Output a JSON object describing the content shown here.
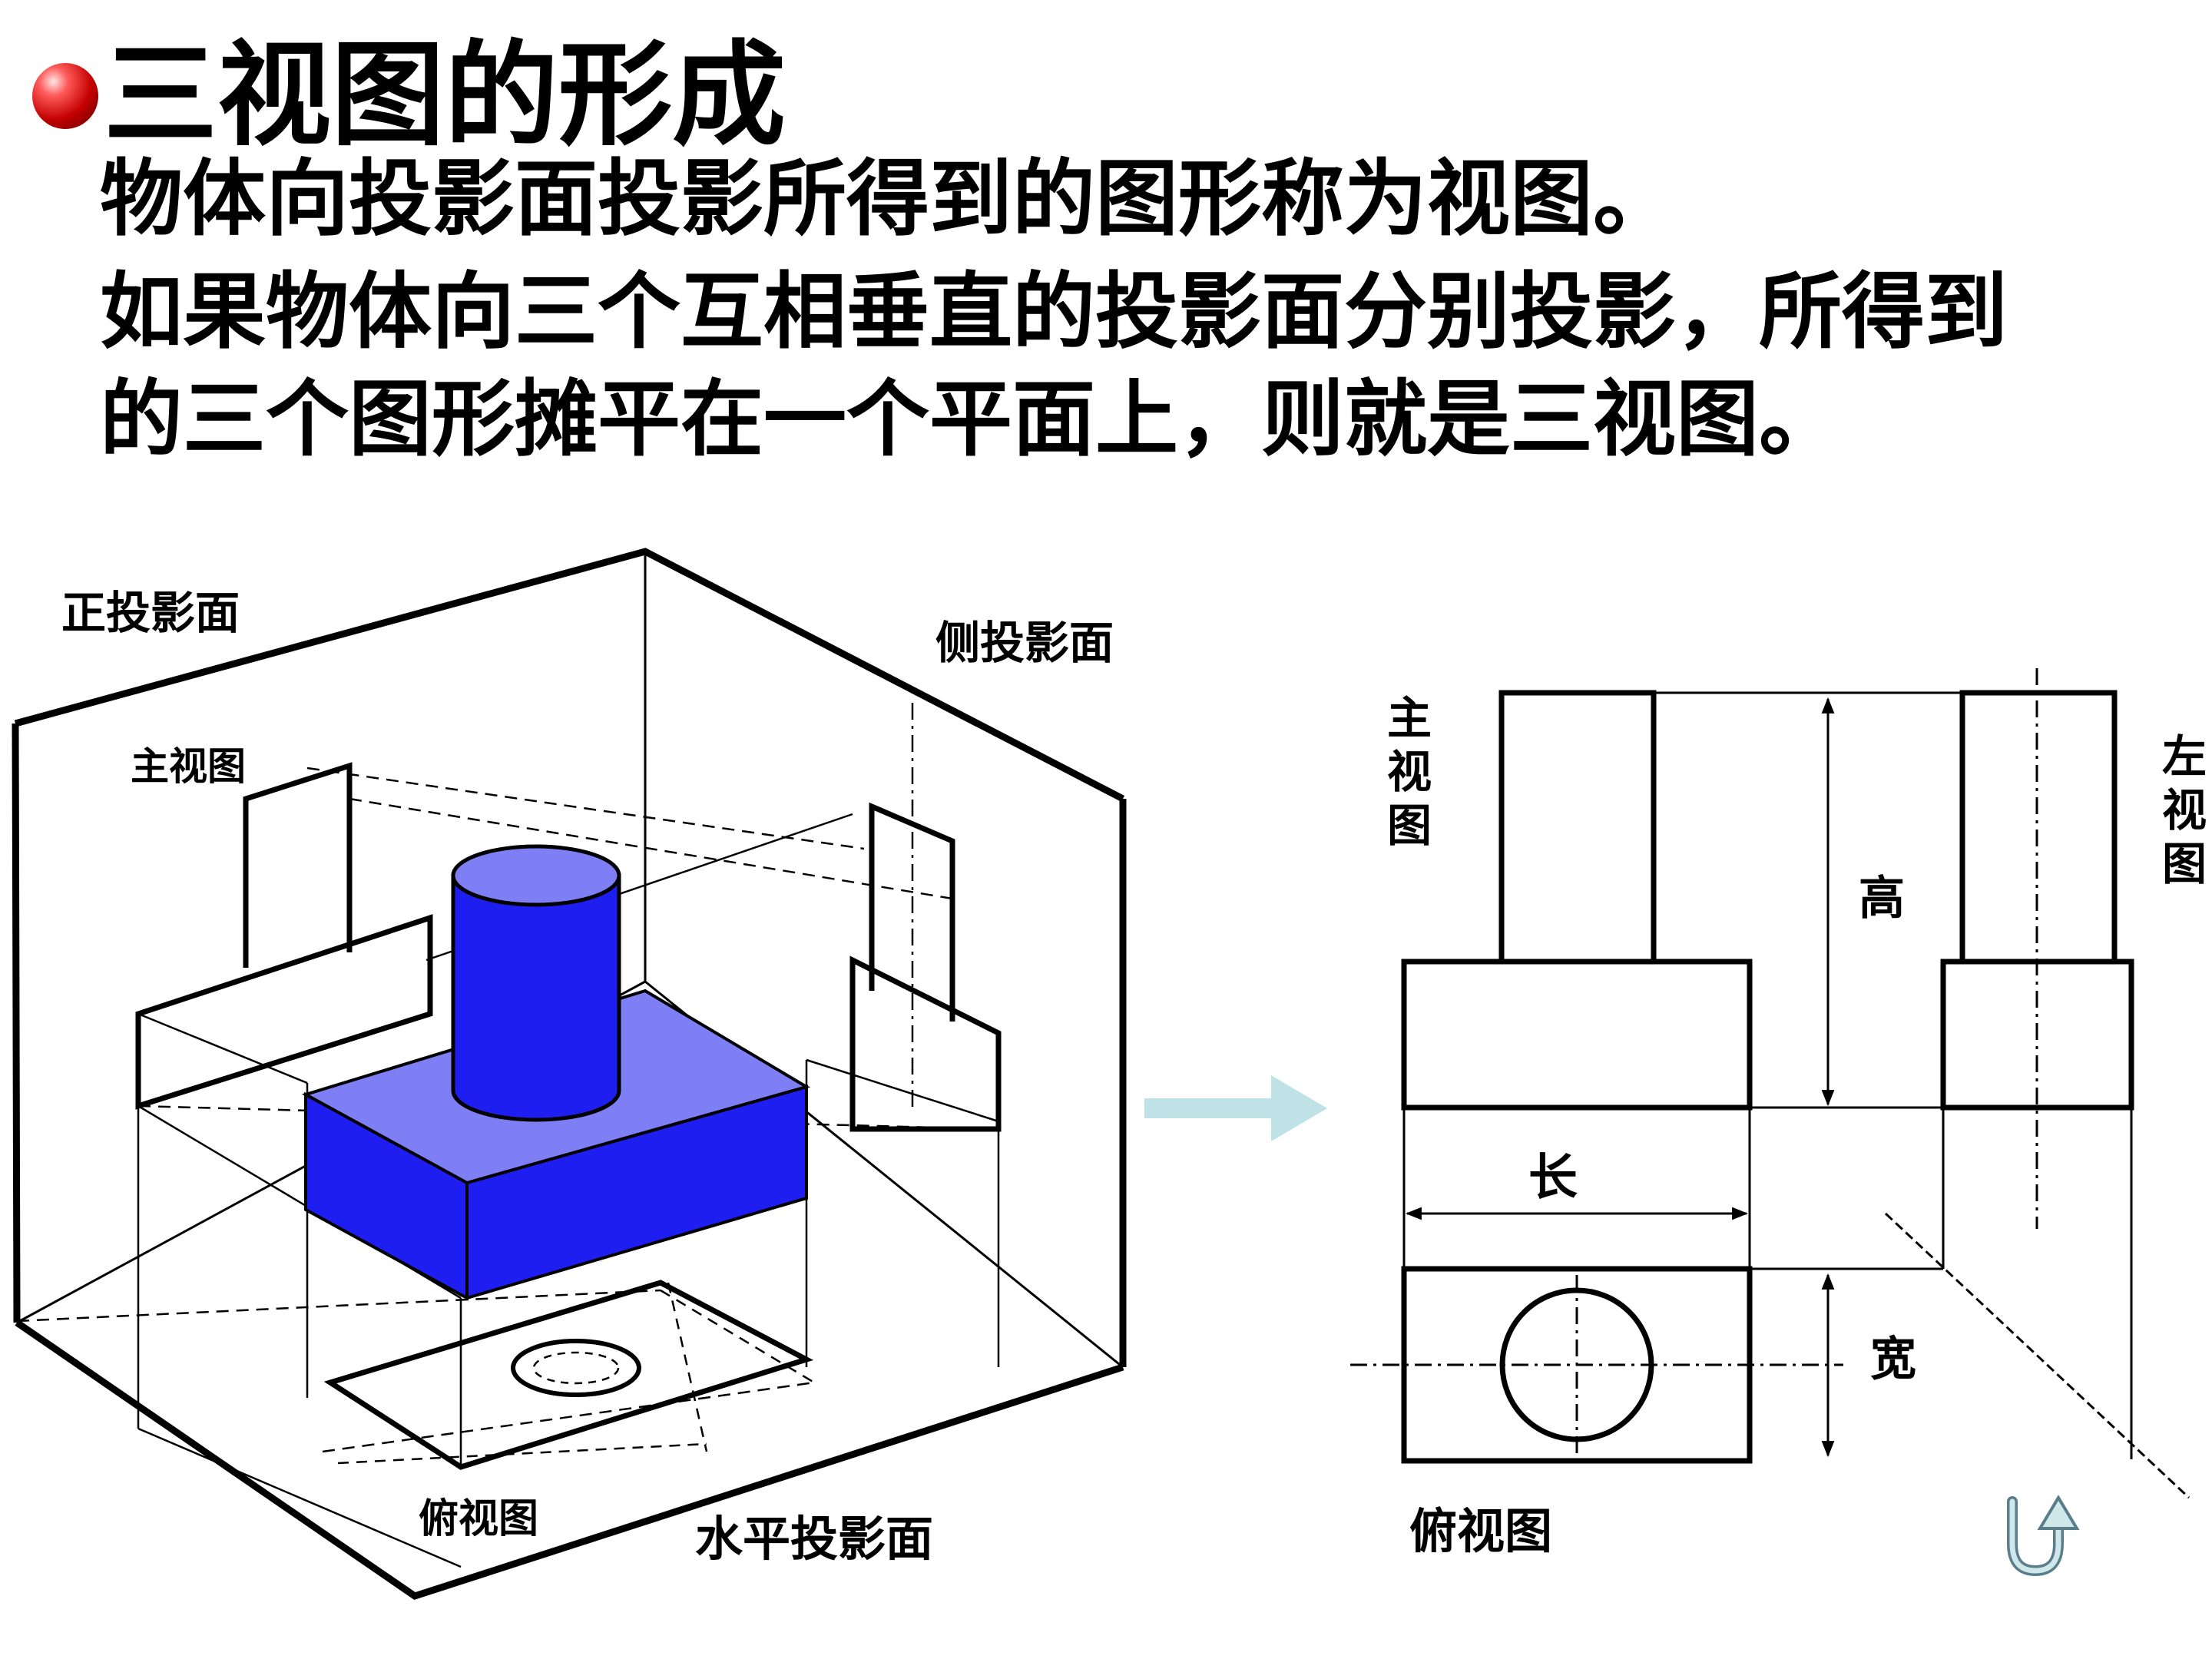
{
  "heading": {
    "title": "三视图的形成",
    "line1": "物体向投影面投影所得到的图形称为视图。",
    "line2": "如果物体向三个互相垂直的投影面分别投影，所得到",
    "line3": "的三个图形摊平在一个平面上，则就是三视图。"
  },
  "iso_labels": {
    "front_plane": "正投影面",
    "side_plane": "侧投影面",
    "front_view": "主视图",
    "top_view": "俯视图",
    "horizontal_plane": "水平投影面"
  },
  "ortho_labels": {
    "front_view": "主视图",
    "left_view": "左视图",
    "top_view": "俯视图",
    "height": "高",
    "length": "长",
    "width": "宽"
  },
  "icons": [
    "bullet-icon",
    "arrow-right-icon",
    "return-arrow-icon"
  ],
  "colors": {
    "body": "#1e1ef0",
    "top_face": "#7f7ff5",
    "arrow": "#bfe2e6",
    "bullet": "#c40000"
  }
}
